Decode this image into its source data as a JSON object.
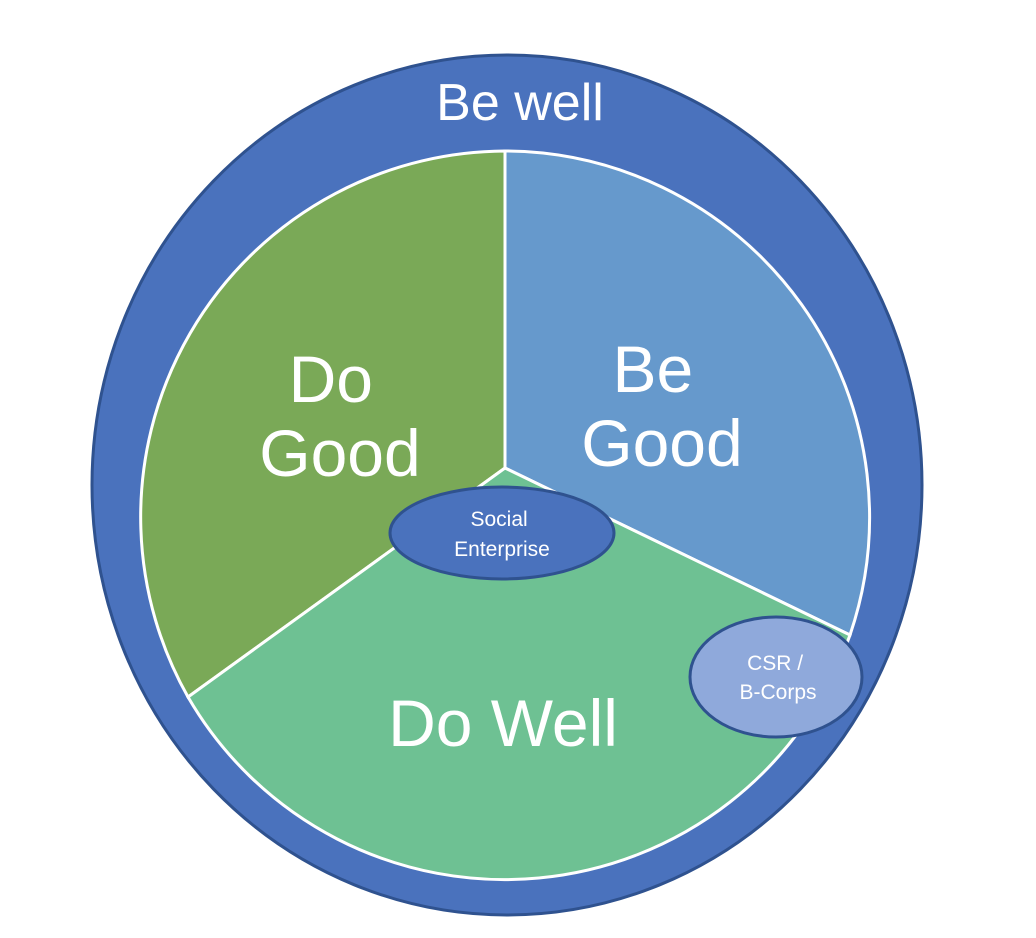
{
  "diagram": {
    "outer_label": "Be well",
    "segments": [
      {
        "id": "do-good",
        "lines": [
          "Do",
          "Good"
        ],
        "color": "#7aa957"
      },
      {
        "id": "be-good",
        "lines": [
          "Be",
          "Good"
        ],
        "color": "#6699cc"
      },
      {
        "id": "do-well",
        "lines": [
          "Do Well"
        ],
        "color": "#6ec193"
      }
    ],
    "center_badge": {
      "lines": [
        "Social",
        "Enterprise"
      ],
      "color": "#4a72bd"
    },
    "corner_badge": {
      "lines": [
        "CSR /",
        "B-Corps"
      ],
      "color": "#8fa9db"
    },
    "outer_color": "#4a72bd",
    "outline_color": "#2f528f"
  }
}
